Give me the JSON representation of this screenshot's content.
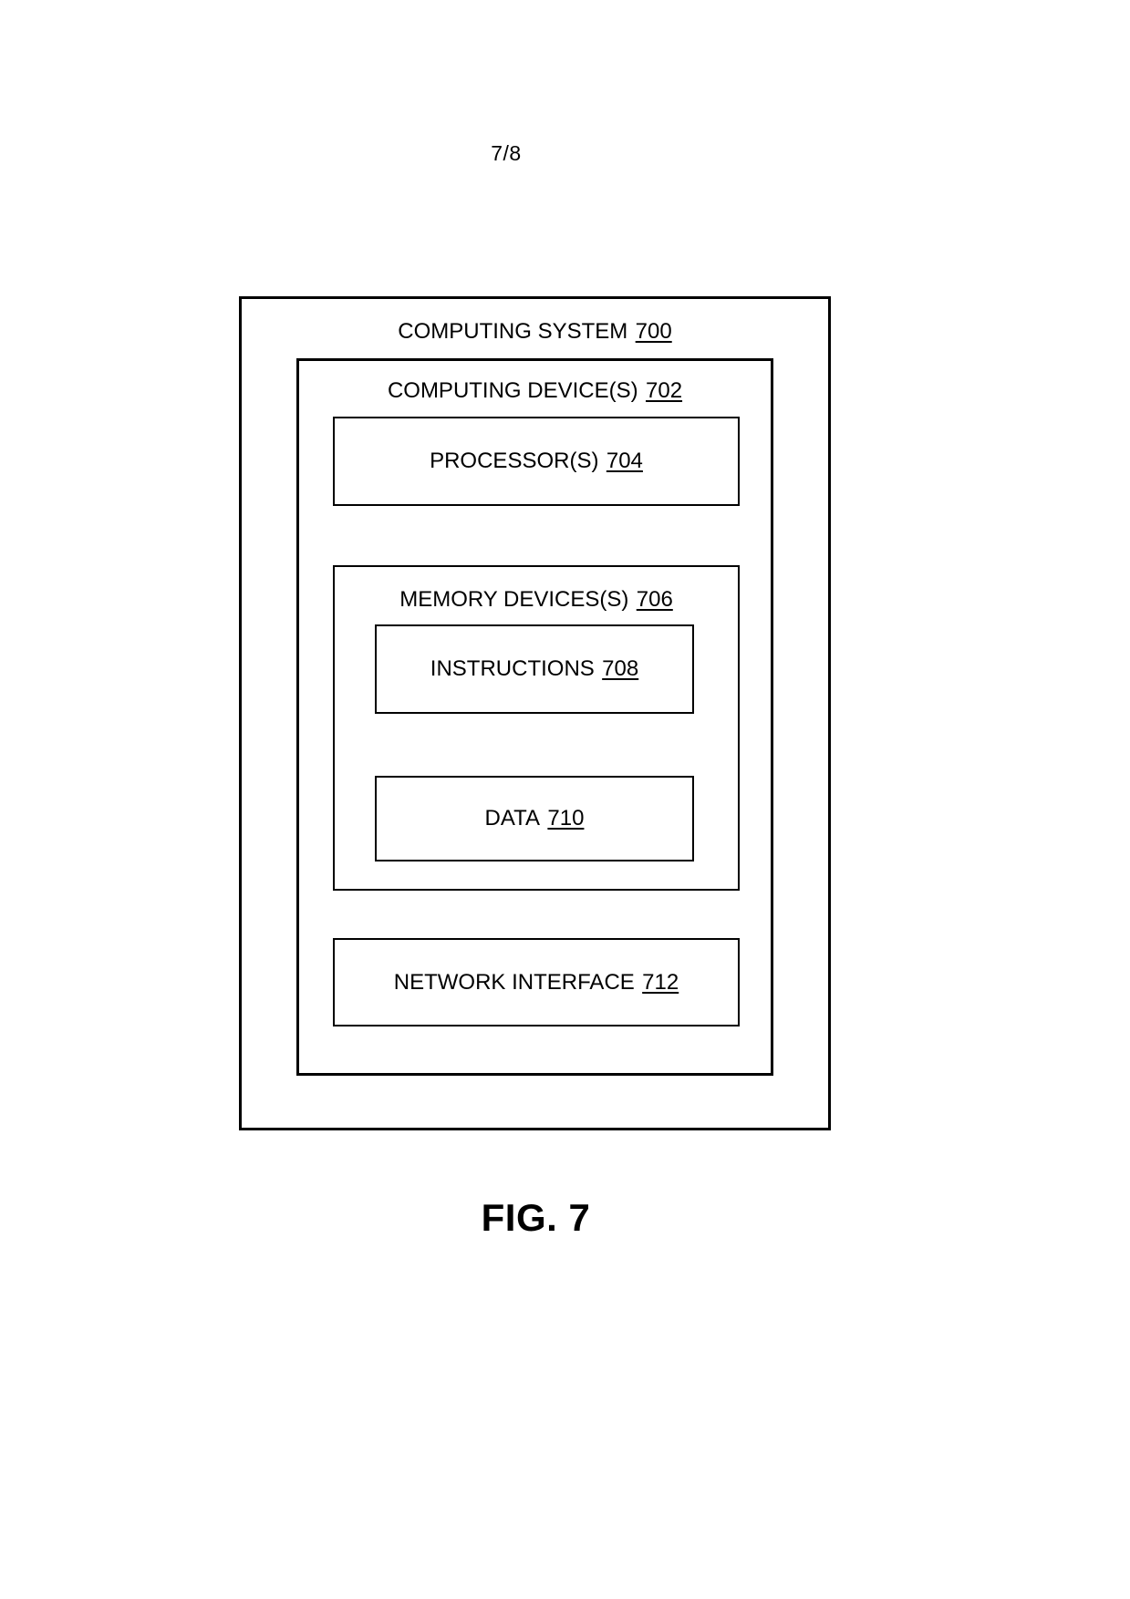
{
  "page": {
    "number": "7/8",
    "caption": "FIG. 7"
  },
  "boxes": {
    "computing_system": {
      "label": "COMPUTING SYSTEM",
      "ref": "700"
    },
    "computing_devices": {
      "label": "COMPUTING DEVICE(S)",
      "ref": "702"
    },
    "processors": {
      "label": "PROCESSOR(S)",
      "ref": "704"
    },
    "memory_devices": {
      "label": "MEMORY DEVICES(S)",
      "ref": "706"
    },
    "instructions": {
      "label": "INSTRUCTIONS",
      "ref": "708"
    },
    "data": {
      "label": "DATA",
      "ref": "710"
    },
    "network_interface": {
      "label": "NETWORK INTERFACE",
      "ref": "712"
    }
  }
}
